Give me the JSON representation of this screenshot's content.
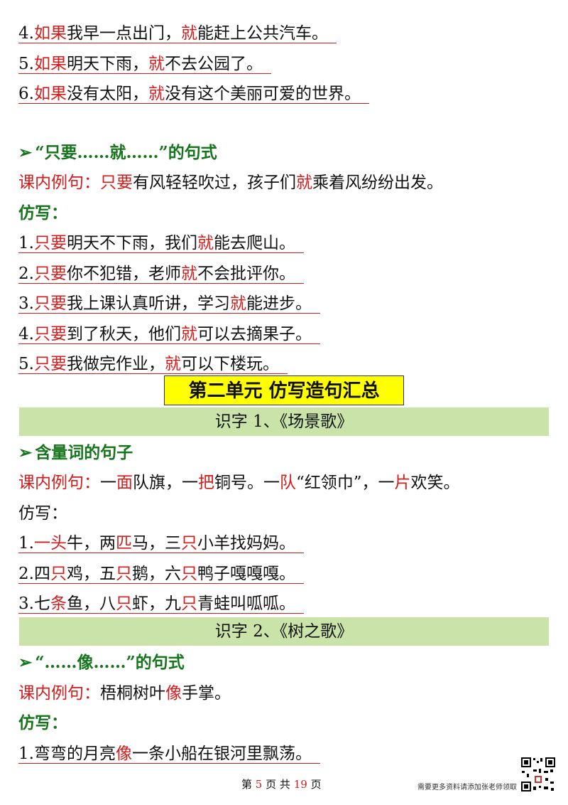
{
  "top_sentences": [
    {
      "num": "4.",
      "k1": "如果",
      "mid": "我早一点出门，",
      "k2": "就",
      "end": "能赶上公共汽车。"
    },
    {
      "num": "5.",
      "k1": "如果",
      "mid": "明天下雨，",
      "k2": "就",
      "end": "不去公园了。"
    },
    {
      "num": "6.",
      "k1": "如果",
      "mid": "没有太阳，",
      "k2": "就",
      "end": "没有这个美丽可爱的世界。"
    }
  ],
  "section_zhiyao": {
    "heading": "“只要……就……”的句式",
    "example_label": "课内例句：",
    "example": {
      "k1": "只要",
      "mid": "有风轻轻吹过，孩子们",
      "k2": "就",
      "end": "乘着风纷纷出发。"
    },
    "fangxie_label": "仿写：",
    "items": [
      {
        "num": "1.",
        "k1": "只要",
        "mid": "明天不下雨，我们",
        "k2": "就",
        "end": "能去爬山。"
      },
      {
        "num": "2.",
        "k1": "只要",
        "mid": "你不犯错，老师",
        "k2": "就",
        "end": "不会批评你。"
      },
      {
        "num": "3.",
        "k1": "只要",
        "mid": "我上课认真听讲，学习",
        "k2": "就",
        "end": "能进步。"
      },
      {
        "num": "4.",
        "k1": "只要",
        "mid": "到了秋天，他们",
        "k2": "就",
        "end": "可以去摘果子。"
      },
      {
        "num": "5.",
        "k1": "只要",
        "mid": "我做完作业，",
        "k2": "就",
        "end": "可以下楼玩。"
      }
    ]
  },
  "unit_title": "第二单元 仿写造句汇总",
  "lesson1": {
    "band": "识字 1、《场景歌》",
    "heading": "含量词的句子",
    "example_label": "课内例句：",
    "example": [
      {
        "t": "一",
        "c": "black"
      },
      {
        "t": "面",
        "c": "red"
      },
      {
        "t": "队旗，",
        "c": "black"
      },
      {
        "t": "一",
        "c": "black"
      },
      {
        "t": "把",
        "c": "red"
      },
      {
        "t": "铜号。",
        "c": "black"
      },
      {
        "t": "一",
        "c": "black"
      },
      {
        "t": "队",
        "c": "red"
      },
      {
        "t": "“红领巾”，",
        "c": "black"
      },
      {
        "t": "一",
        "c": "black"
      },
      {
        "t": "片",
        "c": "red"
      },
      {
        "t": "欢笑。",
        "c": "black"
      }
    ],
    "fangxie_label": "仿写：",
    "items": [
      {
        "num": "1.",
        "parts": [
          {
            "t": "一头",
            "c": "red"
          },
          {
            "t": "牛，两",
            "c": "black"
          },
          {
            "t": "匹",
            "c": "red"
          },
          {
            "t": "马，三",
            "c": "black"
          },
          {
            "t": "只",
            "c": "red"
          },
          {
            "t": "小羊找妈妈。",
            "c": "black"
          }
        ]
      },
      {
        "num": "2.",
        "parts": [
          {
            "t": "四",
            "c": "black"
          },
          {
            "t": "只",
            "c": "red"
          },
          {
            "t": "鸡，五",
            "c": "black"
          },
          {
            "t": "只",
            "c": "red"
          },
          {
            "t": "鹅，六",
            "c": "black"
          },
          {
            "t": "只",
            "c": "red"
          },
          {
            "t": "鸭子嘎嘎嘎。",
            "c": "black"
          }
        ]
      },
      {
        "num": "3.",
        "parts": [
          {
            "t": "七",
            "c": "black"
          },
          {
            "t": "条",
            "c": "red"
          },
          {
            "t": "鱼，八",
            "c": "black"
          },
          {
            "t": "只",
            "c": "red"
          },
          {
            "t": "虾，九",
            "c": "black"
          },
          {
            "t": "只",
            "c": "red"
          },
          {
            "t": "青蛙叫呱呱。",
            "c": "black"
          }
        ]
      }
    ]
  },
  "lesson2": {
    "band": "识字 2、《树之歌》",
    "heading": "“……像……”的句式",
    "example_label": "课内例句：",
    "example": {
      "mid": "梧桐树叶",
      "k": "像",
      "end": "手掌。"
    },
    "fangxie_label": "仿写：",
    "items": [
      {
        "num": "1.",
        "mid": "弯弯的月亮",
        "k": "像",
        "end": "一条小船在银河里飘荡。"
      }
    ]
  },
  "footer": {
    "pre": "第",
    "page": "5",
    "mid": "页 共",
    "total": "19",
    "post": "页"
  },
  "qr_note": "需要更多资料请添加张老师领取"
}
